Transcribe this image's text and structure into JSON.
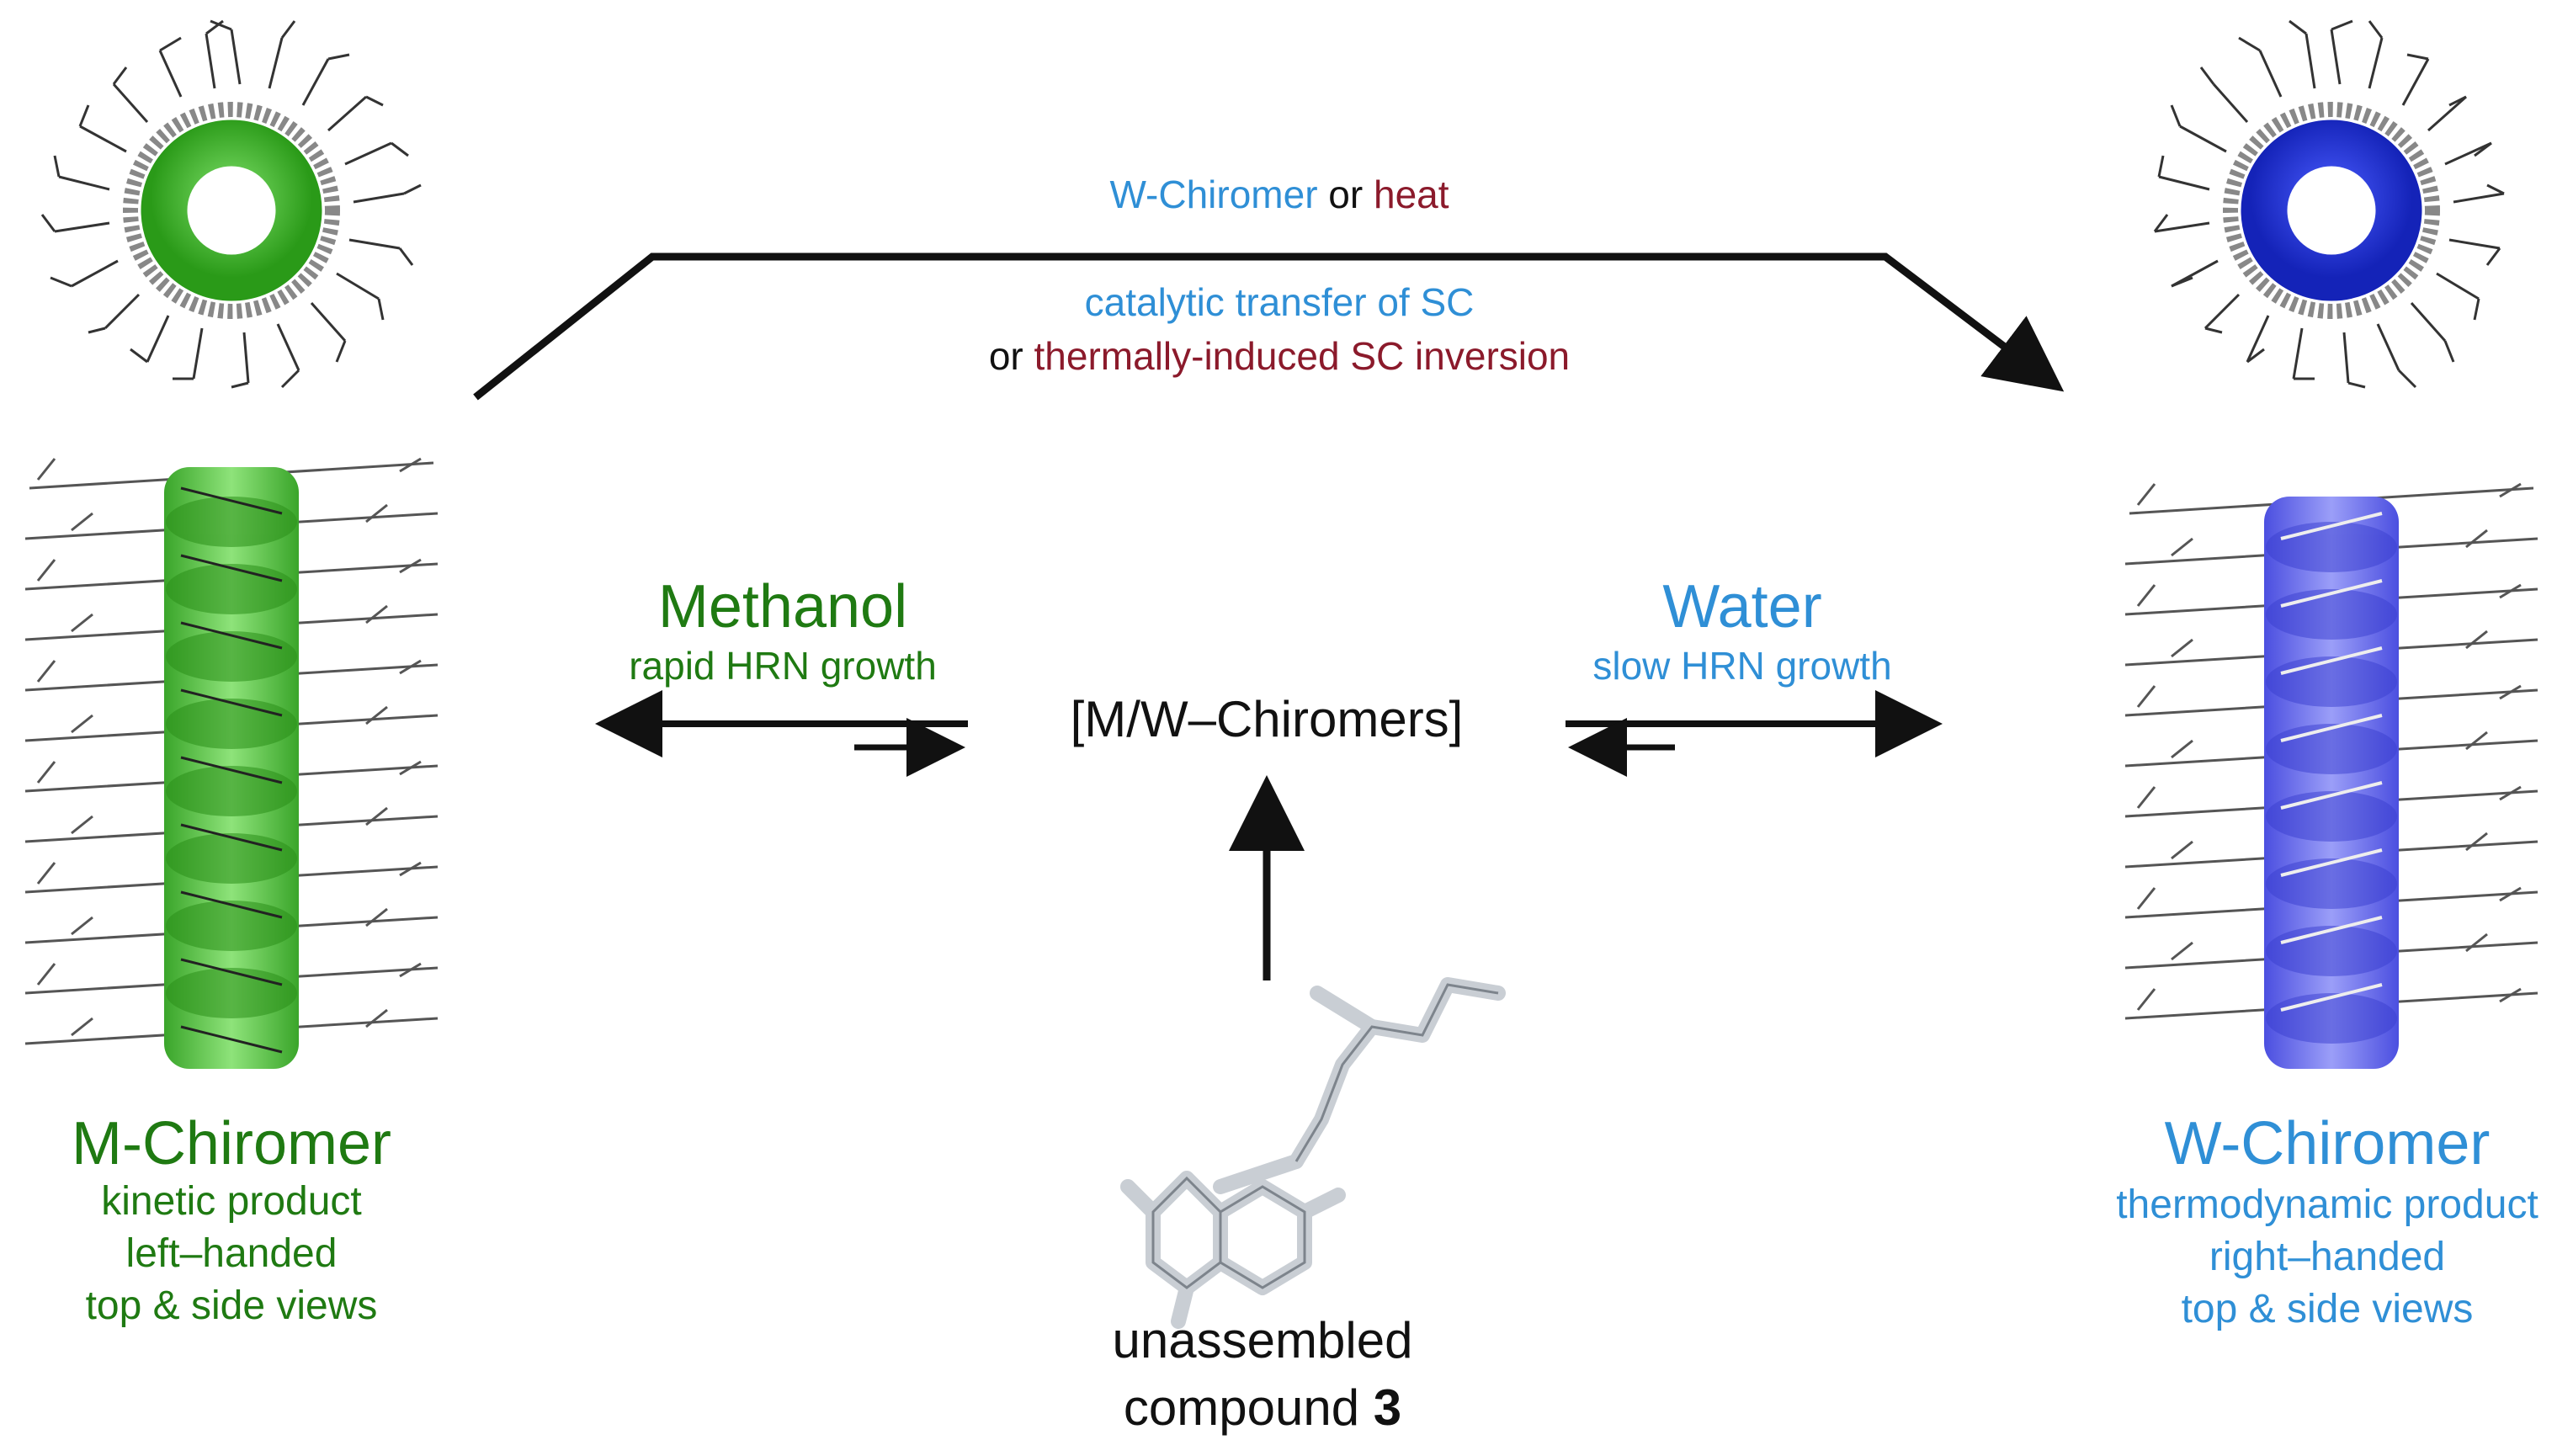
{
  "top_reaction": {
    "line1_part_a": "W-Chiromer",
    "line1_part_b": " or ",
    "line1_part_c": "heat",
    "line2": "catalytic transfer of SC",
    "line3_part_a": "or ",
    "line3_part_b": "thermally-induced SC inversion"
  },
  "left_path": {
    "solvent": "Methanol",
    "description": "rapid HRN growth"
  },
  "right_path": {
    "solvent": "Water",
    "description": "slow HRN growth"
  },
  "center_label": "[M/W–Chiromers]",
  "bottom_compound": {
    "line1": "unassembled",
    "line2_text": "compound ",
    "line2_number": "3"
  },
  "left_product": {
    "name": "M-Chiromer",
    "line1": "kinetic product",
    "line2": "left–handed",
    "line3": "top & side views",
    "color": "#2fa41e"
  },
  "right_product": {
    "name": "W-Chiromer",
    "line1": "thermodynamic product",
    "line2": "right–handed",
    "line3": "top & side views",
    "color_top": "#1c2ee0",
    "color_side": "#6a6ef2"
  },
  "colors": {
    "green_text": "#1f7a12",
    "blue_text": "#2f8fd6",
    "red_text": "#8b1a2b"
  }
}
